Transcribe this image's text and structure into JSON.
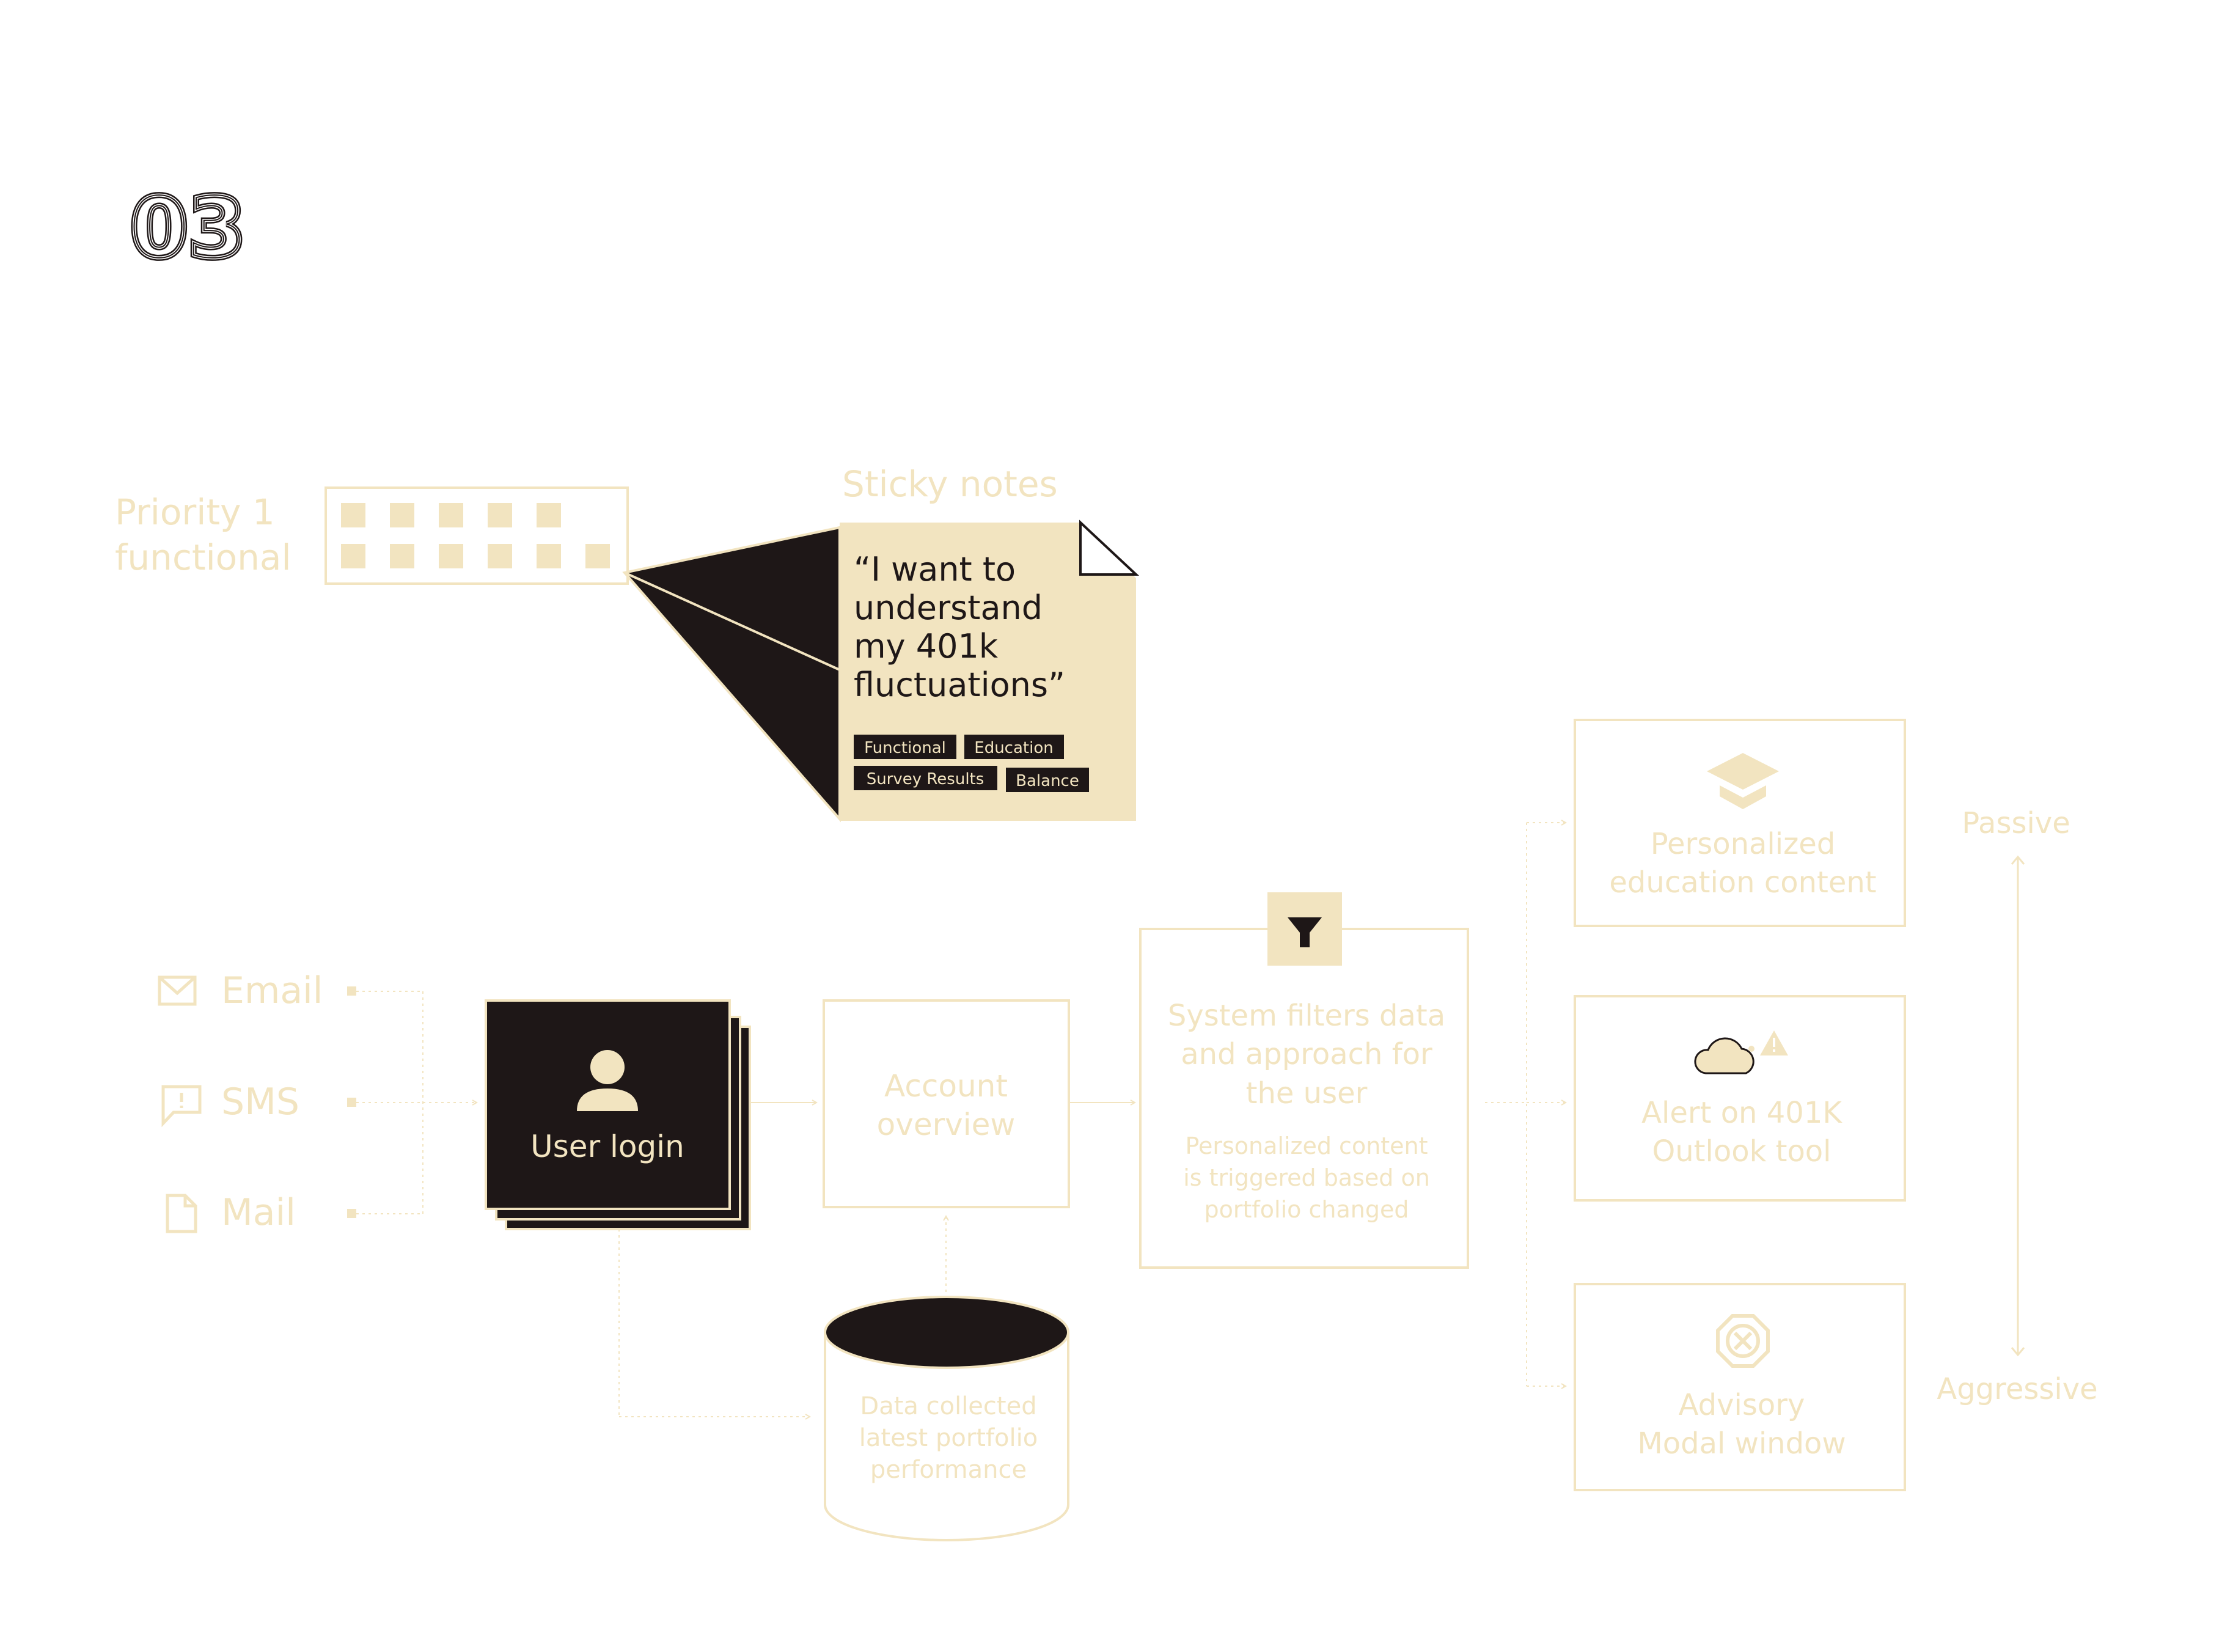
{
  "page": {
    "number": "03"
  },
  "colors": {
    "accent": "#F2E4C0",
    "dark": "#1E1717",
    "background": "#FFFFFF"
  },
  "priority": {
    "label_line1": "Priority 1",
    "label_line2": "functional"
  },
  "sticky_note": {
    "title": "Sticky notes",
    "quote_lines": [
      "“I want to",
      "understand",
      "my 401k",
      "fluctuations”"
    ],
    "tags": [
      "Functional",
      "Education",
      "Survey Results",
      "Balance"
    ]
  },
  "channels": [
    {
      "label": "Email",
      "icon": "mail-icon"
    },
    {
      "label": "SMS",
      "icon": "sms-icon"
    },
    {
      "label": "Mail",
      "icon": "document-icon"
    }
  ],
  "user_login": {
    "label": "User login",
    "icon": "user-icon"
  },
  "account_overview": {
    "line1": "Account",
    "line2": "overview"
  },
  "database": {
    "lines": [
      "Data collected",
      "latest portfolio",
      "performance"
    ]
  },
  "filter_box": {
    "icon": "filter-icon",
    "title_lines": [
      "System filters data",
      "and approach for",
      "the user"
    ],
    "sub_lines": [
      "Personalized content",
      "is triggered based on",
      "portfolio changed"
    ]
  },
  "outputs": [
    {
      "icon": "graduation-cap-icon",
      "lines": [
        "Personalized",
        "education content"
      ]
    },
    {
      "icon": "cloud-alert-icon",
      "lines": [
        "Alert on 401K",
        "Outlook tool"
      ]
    },
    {
      "icon": "x-circle-icon",
      "lines": [
        "Advisory",
        "Modal window"
      ]
    }
  ],
  "scale": {
    "top": "Passive",
    "bottom": "Aggressive"
  }
}
